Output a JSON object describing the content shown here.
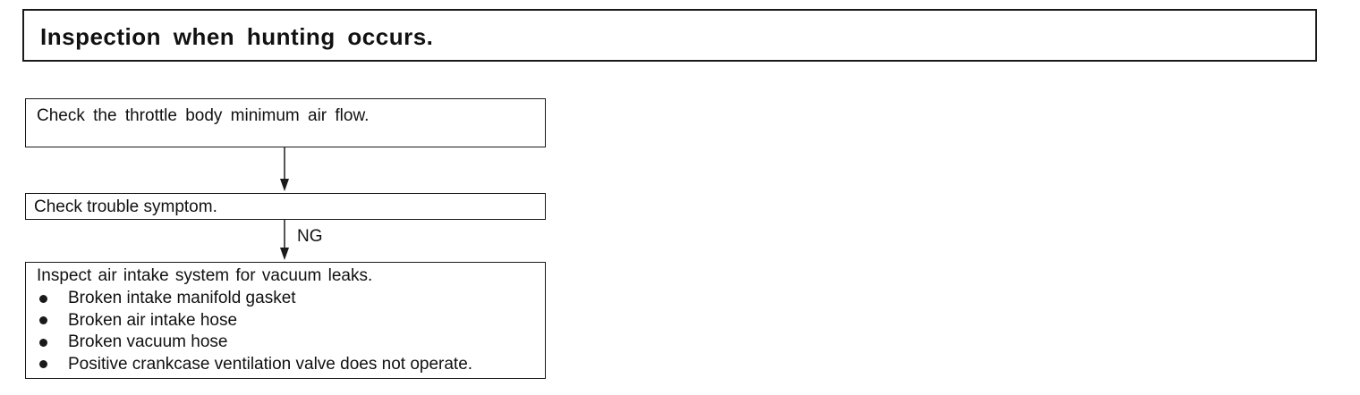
{
  "title": "Inspection when hunting occurs.",
  "steps": [
    {
      "text": "Check the throttle body minimum air flow."
    },
    {
      "text": "Check trouble symptom."
    },
    {
      "text": "Inspect air intake system for vacuum leaks.",
      "bullets": [
        "Broken intake manifold gasket",
        "Broken air intake hose",
        "Broken vacuum hose",
        "Positive crankcase ventilation valve does not operate."
      ]
    }
  ],
  "connectors": [
    {
      "from": 0,
      "to": 1,
      "label": ""
    },
    {
      "from": 1,
      "to": 2,
      "label": "NG"
    }
  ]
}
